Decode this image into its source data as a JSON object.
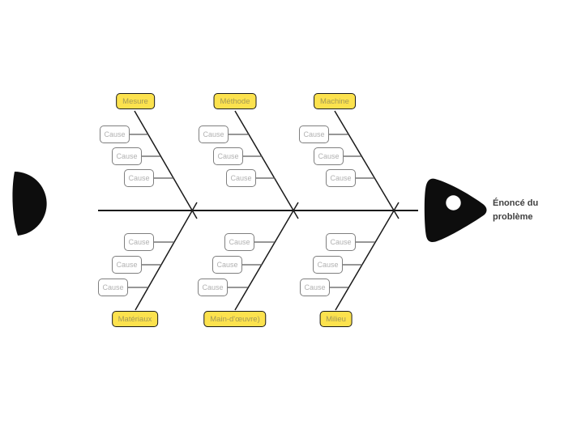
{
  "problem": {
    "lines": [
      "Énoncé du",
      "problème"
    ]
  },
  "categories": [
    {
      "label": "Mesure",
      "side": "top",
      "causes": [
        "Cause",
        "Cause",
        "Cause"
      ]
    },
    {
      "label": "Méthode",
      "side": "top",
      "causes": [
        "Cause",
        "Cause",
        "Cause"
      ]
    },
    {
      "label": "Machine",
      "side": "top",
      "causes": [
        "Cause",
        "Cause",
        "Cause"
      ]
    },
    {
      "label": "Matériaux",
      "side": "bottom",
      "causes": [
        "Cause",
        "Cause",
        "Cause"
      ]
    },
    {
      "label": "Main-d'œuvre)",
      "side": "bottom",
      "causes": [
        "Cause",
        "Cause",
        "Cause"
      ]
    },
    {
      "label": "Milieu",
      "side": "bottom",
      "causes": [
        "Cause",
        "Cause",
        "Cause"
      ]
    }
  ],
  "colors": {
    "category_fill": "#fce24e",
    "category_border": "#1a1a1a",
    "category_text": "#a39a57",
    "cause_border": "#7f7f7f",
    "cause_text": "#b1b1b1",
    "line": "#1a1a1a",
    "connector": "#595959",
    "shape": "#0d0d0d",
    "problem_text": "#3f3f3f",
    "canvas_bg": "#ffffff"
  }
}
